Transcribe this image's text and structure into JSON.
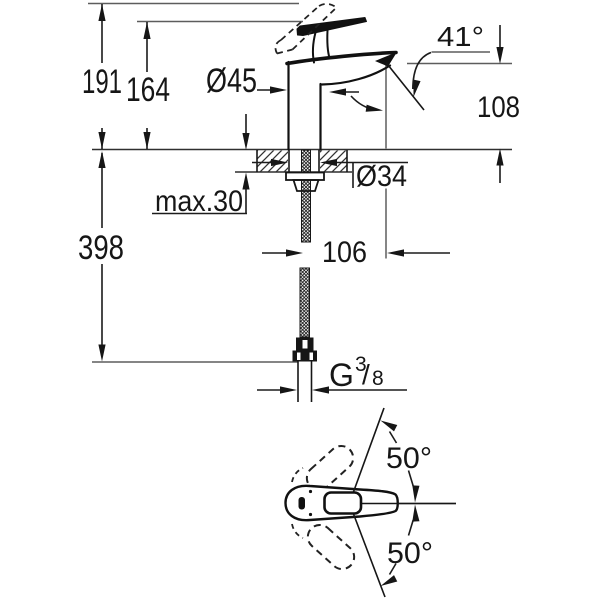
{
  "drawing_type": "faucet-technical-dimension-drawing",
  "labels": {
    "height_total": "191",
    "height_to_lever": "164",
    "body_diameter": "Ø45",
    "spout_angle": "41°",
    "spout_height": "108",
    "max_deck_thickness": "max.30",
    "hole_diameter": "Ø34",
    "hose_drop": "398",
    "spout_reach": "106",
    "thread_letter": "G",
    "thread_numerator": "3",
    "thread_slash": "/",
    "thread_denominator": "8",
    "handle_swing_up": "50°",
    "handle_swing_down": "50°"
  },
  "colors": {
    "background": "#ffffff",
    "line_dark": "#161616",
    "line_reference": "#5d5d5d"
  }
}
